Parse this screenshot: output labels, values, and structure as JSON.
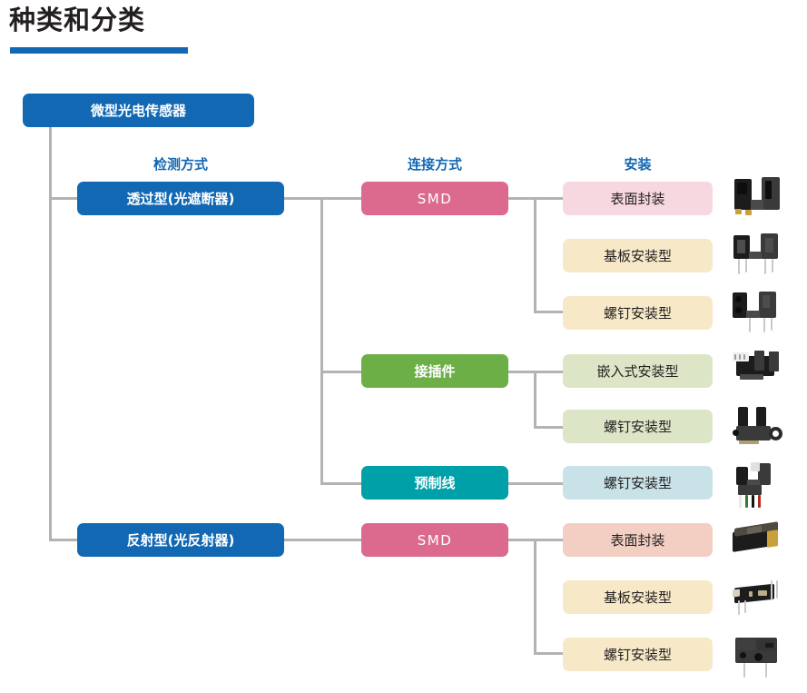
{
  "page": {
    "title": "种类和分类"
  },
  "columns": [
    {
      "id": "detection",
      "label": "检测方式"
    },
    {
      "id": "connection",
      "label": "连接方式"
    },
    {
      "id": "mounting",
      "label": "安装"
    }
  ],
  "root": {
    "label": "微型光电传感器",
    "color": "#1368B3"
  },
  "branches": [
    {
      "id": "through-beam",
      "label": "透过型(光遮断器)",
      "color": "#1368B3",
      "connections": [
        {
          "id": "smd-1",
          "label": "SMD",
          "color": "#DC6A8E",
          "mountings": [
            {
              "label": "表面封装",
              "color": "#F7D7E0",
              "photo": "slot-sensor-smd"
            },
            {
              "label": "基板安装型",
              "color": "#F7E9C8",
              "photo": "slot-sensor-through-hole"
            },
            {
              "label": "螺钉安装型",
              "color": "#F7E9C8",
              "photo": "slot-sensor-screw"
            }
          ]
        },
        {
          "id": "connector",
          "label": "接插件",
          "color": "#6CAF47",
          "mountings": [
            {
              "label": "嵌入式安装型",
              "color": "#DCE6C6",
              "photo": "slot-sensor-connector"
            },
            {
              "label": "螺钉安装型",
              "color": "#DCE6C6",
              "photo": "slot-sensor-screw-tab"
            }
          ]
        },
        {
          "id": "pre-wired",
          "label": "预制线",
          "color": "#00A0A8",
          "mountings": [
            {
              "label": "螺钉安装型",
              "color": "#C8E2E8",
              "photo": "slot-sensor-cable"
            }
          ]
        }
      ]
    },
    {
      "id": "reflective",
      "label": "反射型(光反射器)",
      "color": "#1368B3",
      "connections": [
        {
          "id": "smd-2",
          "label": "SMD",
          "color": "#DC6A8E",
          "mountings": [
            {
              "label": "表面封装",
              "color": "#F3CFC3",
              "photo": "reflector-smd"
            },
            {
              "label": "基板安装型",
              "color": "#F7E9C8",
              "photo": "reflector-through-hole"
            },
            {
              "label": "螺钉安装型",
              "color": "#F7E9C8",
              "photo": "reflector-screw"
            }
          ]
        }
      ]
    }
  ],
  "colors": {
    "accent_blue": "#1368B3",
    "line_gray": "#b3b3b3",
    "text_dark": "#231f20",
    "background": "#ffffff"
  }
}
